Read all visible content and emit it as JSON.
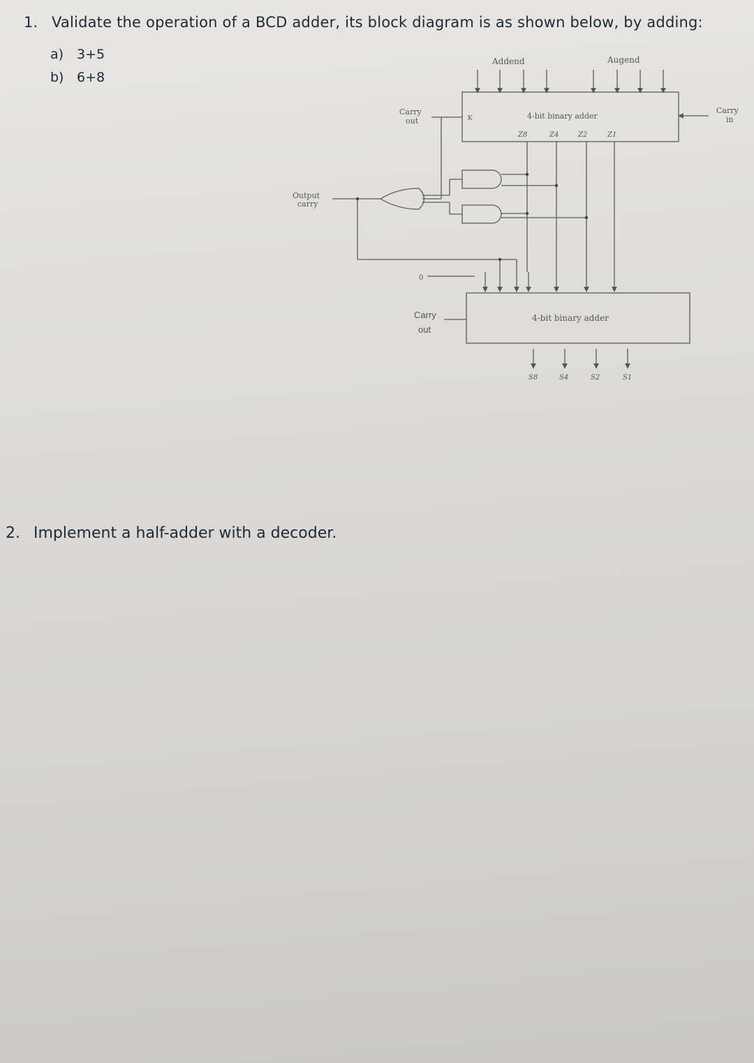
{
  "question1": {
    "number": "1.",
    "text": "Validate the operation of a BCD adder, its block diagram is as shown below, by adding:",
    "options": [
      {
        "label": "a)",
        "text": "3+5"
      },
      {
        "label": "b)",
        "text": "6+8"
      }
    ]
  },
  "diagram": {
    "addend": "Addend",
    "augend": "Augend",
    "top_adder": "4-bit binary adder",
    "carry_out_top": [
      "Carry",
      "out"
    ],
    "carry_in": [
      "Carry",
      "in"
    ],
    "k": "K",
    "z_labels": [
      "Z8",
      "Z4",
      "Z2",
      "Z1"
    ],
    "output_carry": [
      "Output",
      "carry"
    ],
    "zero": "0",
    "carry_out_bottom": [
      "Carry",
      "out"
    ],
    "bottom_adder": "4-bit binary adder",
    "s_labels": [
      "S8",
      "S4",
      "S2",
      "S1"
    ]
  },
  "question2": {
    "number": "2.",
    "text": "Implement a half-adder with a decoder."
  }
}
